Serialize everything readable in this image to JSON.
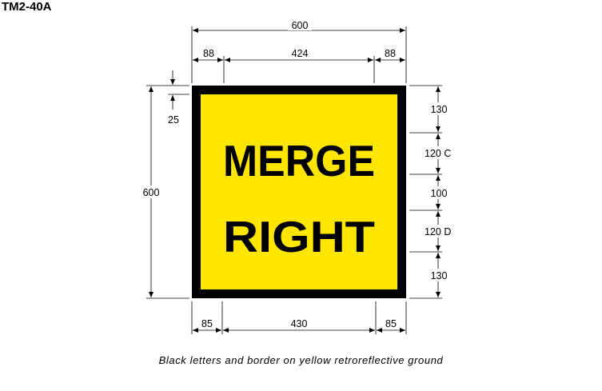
{
  "sign_code": "TM2-40A",
  "sign": {
    "line1": "MERGE",
    "line2": "RIGHT",
    "ground_color": "#FFE600",
    "legend_color": "#000000"
  },
  "dimensions": {
    "top_overall": "600",
    "top_left": "88",
    "top_center": "424",
    "top_right": "88",
    "left_overall": "600",
    "left_border": "25",
    "right_1": "130",
    "right_2": "120 C",
    "right_3": "100",
    "right_4": "120 D",
    "right_5": "130",
    "bottom_left": "85",
    "bottom_center": "430",
    "bottom_right": "85"
  },
  "caption": "Black letters and border on yellow retroreflective ground"
}
